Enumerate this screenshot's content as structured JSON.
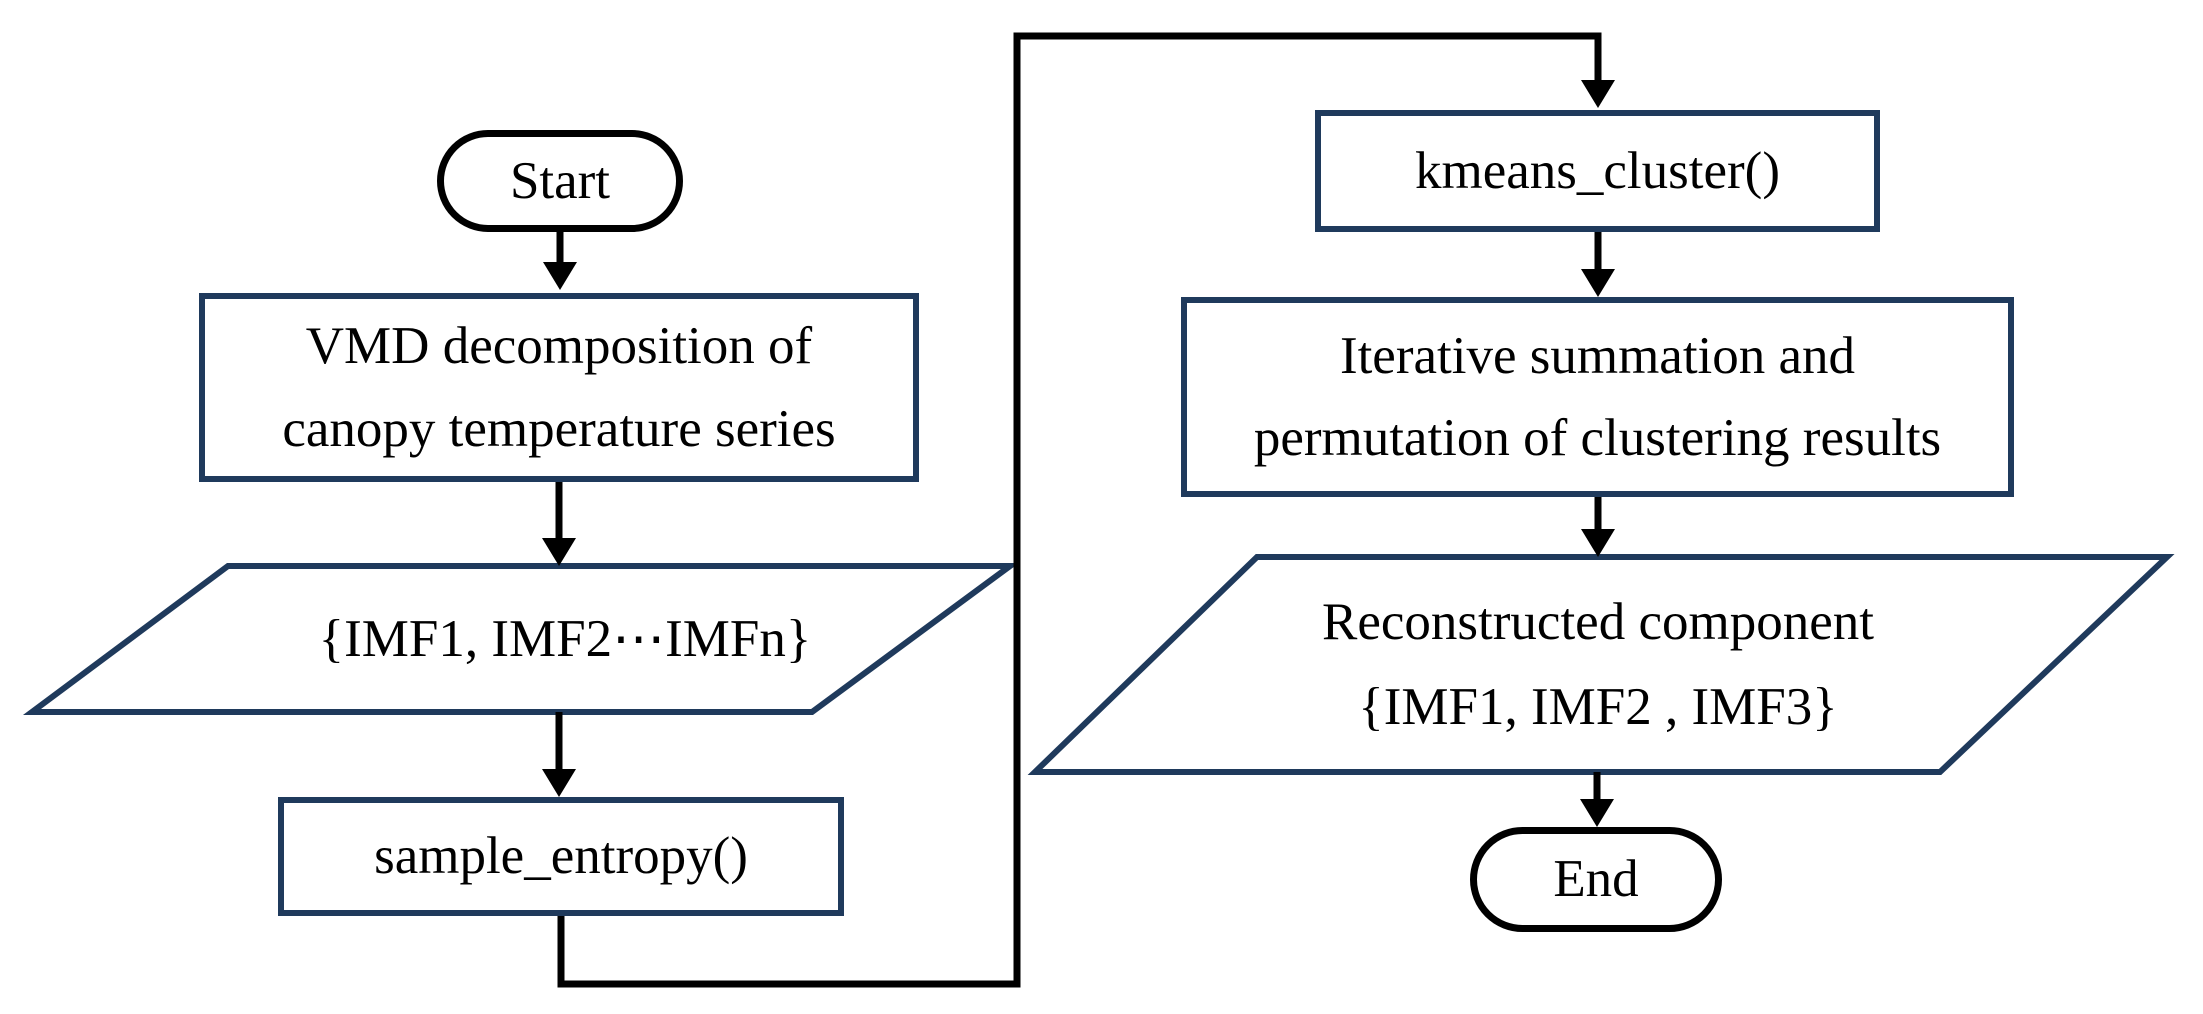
{
  "diagram": {
    "colors": {
      "shape_border": "#1f3a5c",
      "terminator_border": "#000000",
      "connector": "#000000",
      "text": "#000000",
      "background": "#ffffff"
    },
    "nodes": {
      "start": {
        "label": "Start",
        "shape": "terminator"
      },
      "vmd": {
        "label": "VMD decomposition of\ncanopy temperature series",
        "shape": "process"
      },
      "imf_set": {
        "label": "{IMF1, IMF2⋯IMFn}",
        "shape": "data-parallelogram"
      },
      "sample_entropy": {
        "label": "sample_entropy()",
        "shape": "process"
      },
      "kmeans": {
        "label": "kmeans_cluster()",
        "shape": "process"
      },
      "iterative": {
        "label": "Iterative summation and\npermutation of clustering results",
        "shape": "process"
      },
      "reconstructed": {
        "label": "Reconstructed component\n{IMF1, IMF2 , IMF3}",
        "shape": "data-parallelogram"
      },
      "end": {
        "label": "End",
        "shape": "terminator"
      }
    },
    "edges": [
      {
        "from": "start",
        "to": "vmd"
      },
      {
        "from": "vmd",
        "to": "imf_set"
      },
      {
        "from": "imf_set",
        "to": "sample_entropy"
      },
      {
        "from": "sample_entropy",
        "to": "kmeans"
      },
      {
        "from": "kmeans",
        "to": "iterative"
      },
      {
        "from": "iterative",
        "to": "reconstructed"
      },
      {
        "from": "reconstructed",
        "to": "end"
      }
    ]
  }
}
